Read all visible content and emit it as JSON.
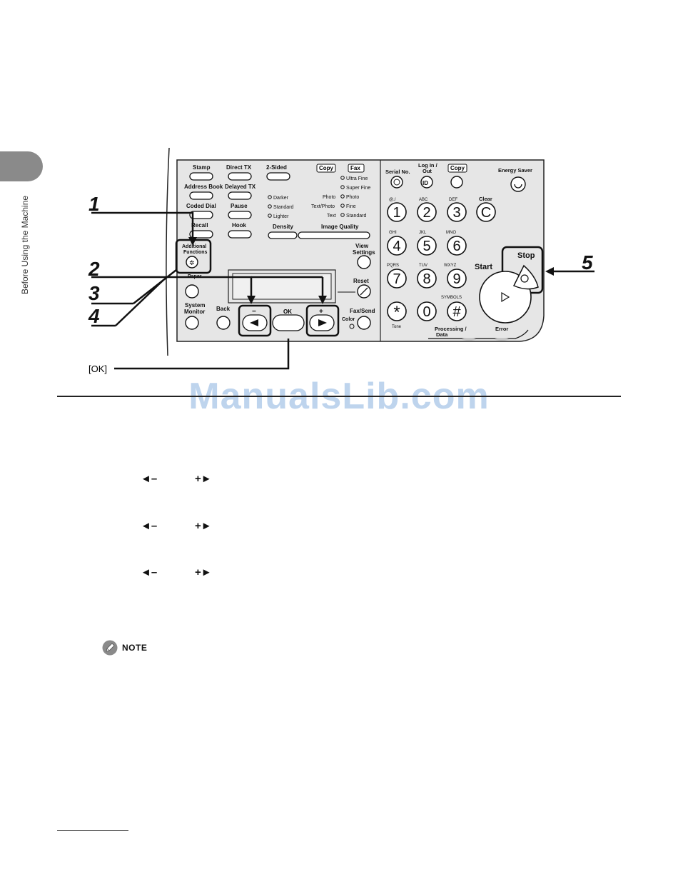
{
  "sidebar": {
    "section_label": "Before Using the Machine"
  },
  "watermark": "ManualsLib.com",
  "steps": {
    "s1": "1",
    "s2": "2",
    "s3": "3",
    "s4": "4",
    "s5": "5"
  },
  "ok_callout": "[OK]",
  "panel": {
    "left": {
      "stamp": "Stamp",
      "direct_tx": "Direct TX",
      "two_sided": "2-Sided",
      "copy": "Copy",
      "fax": "Fax",
      "ultra_fine": "Ultra Fine",
      "super_fine": "Super Fine",
      "address_book": "Address Book",
      "delayed_tx": "Delayed TX",
      "coded_dial": "Coded Dial",
      "pause": "Pause",
      "recall": "Recall",
      "hook": "Hook",
      "darker": "Darker",
      "standard": "Standard",
      "lighter": "Lighter",
      "photo_label": "Photo",
      "photo": "Photo",
      "text_photo_label": "Text/Photo",
      "fine": "Fine",
      "text_label": "Text",
      "standard2": "Standard",
      "density": "Density",
      "image_quality": "Image Quality",
      "additional": "Additional",
      "functions": "Functions",
      "paper": "Paper",
      "view": "View",
      "settings": "Settings",
      "reset": "Reset",
      "system": "System",
      "monitor": "Monitor",
      "back": "Back",
      "minus": "−",
      "ok": "OK",
      "plus": "+",
      "fax_send": "Fax/Send",
      "color": "Color"
    },
    "right": {
      "serial_no": "Serial No.",
      "log_in": "Log In /",
      "out": "Out",
      "copy": "Copy",
      "energy_saver": "Energy Saver",
      "key_1_sub": "@./",
      "key_2_sub": "ABC",
      "key_3_sub": "DEF",
      "clear": "Clear",
      "key_4_sub": "GHI",
      "key_5_sub": "JKL",
      "key_6_sub": "MNO",
      "key_7_sub": "PQRS",
      "key_8_sub": "TUV",
      "key_9_sub": "WXYZ",
      "symbols": "SYMBOLS",
      "tone": "Tone",
      "k1": "1",
      "k2": "2",
      "k3": "3",
      "k4": "4",
      "k5": "5",
      "k6": "6",
      "k7": "7",
      "k8": "8",
      "k9": "9",
      "k0": "0",
      "kstar": "*",
      "khash": "#",
      "kc": "C",
      "id": "ID",
      "start": "Start",
      "stop": "Stop",
      "processing": "Processing /",
      "data": "Data",
      "error": "Error"
    }
  },
  "arrow_rows": [
    {
      "left": "◄–",
      "right": "+►"
    },
    {
      "left": "◄–",
      "right": "+►"
    },
    {
      "left": "◄–",
      "right": "+►"
    }
  ],
  "note": {
    "label": "NOTE"
  },
  "colors": {
    "panel_fill": "#e6e6e6",
    "tab_gray": "#8a8a8a",
    "watermark": "#a9c6e8"
  }
}
